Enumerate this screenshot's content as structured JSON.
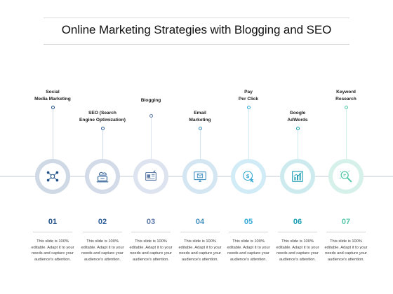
{
  "title": "Online Marketing Strategies with Blogging and SEO",
  "colors": {
    "dark_blue": "#1f4f86",
    "mid_blue": "#5a78a6",
    "light_blue": "#35a9d6",
    "teal": "#1d9fb3",
    "mint": "#53c7a8"
  },
  "steps": [
    {
      "number": "01",
      "label": "Social\nMedia Marketing",
      "icon": "social-network-icon",
      "color": "#1f4f86",
      "ring": "#cfd9e6",
      "description": "This slide is 100% editable.  Adapt it to your needs and capture your audience's attention."
    },
    {
      "number": "02",
      "label": "SEO (Search\nEngine Optimization)",
      "icon": "cloud-laptop-icon",
      "color": "#2e5e96",
      "ring": "#d3dbe8",
      "description": "This slide is 100% editable.  Adapt it to your needs and capture your audience's attention."
    },
    {
      "number": "03",
      "label": "Blogging",
      "icon": "blog-edit-icon",
      "color": "#5a78a6",
      "ring": "#dde3ef",
      "description": "This slide is 100% editable.  Adapt it to your needs and capture your audience's attention."
    },
    {
      "number": "04",
      "label": "Email\nMarketing",
      "icon": "email-monitor-icon",
      "color": "#3f8fbf",
      "ring": "#d3e6f2",
      "description": "This slide is 100% editable.  Adapt it to your needs and capture your audience's attention."
    },
    {
      "number": "05",
      "label": "Pay\nPer Click",
      "icon": "click-payment-icon",
      "color": "#35a9d6",
      "ring": "#d1ecf6",
      "description": "This slide is 100% editable.  Adapt it to your needs and capture your audience's attention."
    },
    {
      "number": "06",
      "label": "Google\nAdWords",
      "icon": "analytics-chart-icon",
      "color": "#1d9fb3",
      "ring": "#cdebef",
      "description": "This slide is 100% editable.  Adapt it to your needs and capture your audience's attention."
    },
    {
      "number": "07",
      "label": "Keyword\nResearch",
      "icon": "magnifier-keyword-icon",
      "color": "#53c7a8",
      "ring": "#d6f1e9",
      "description": "This slide is 100% editable.  Adapt it to your needs and capture your audience's attention."
    }
  ]
}
